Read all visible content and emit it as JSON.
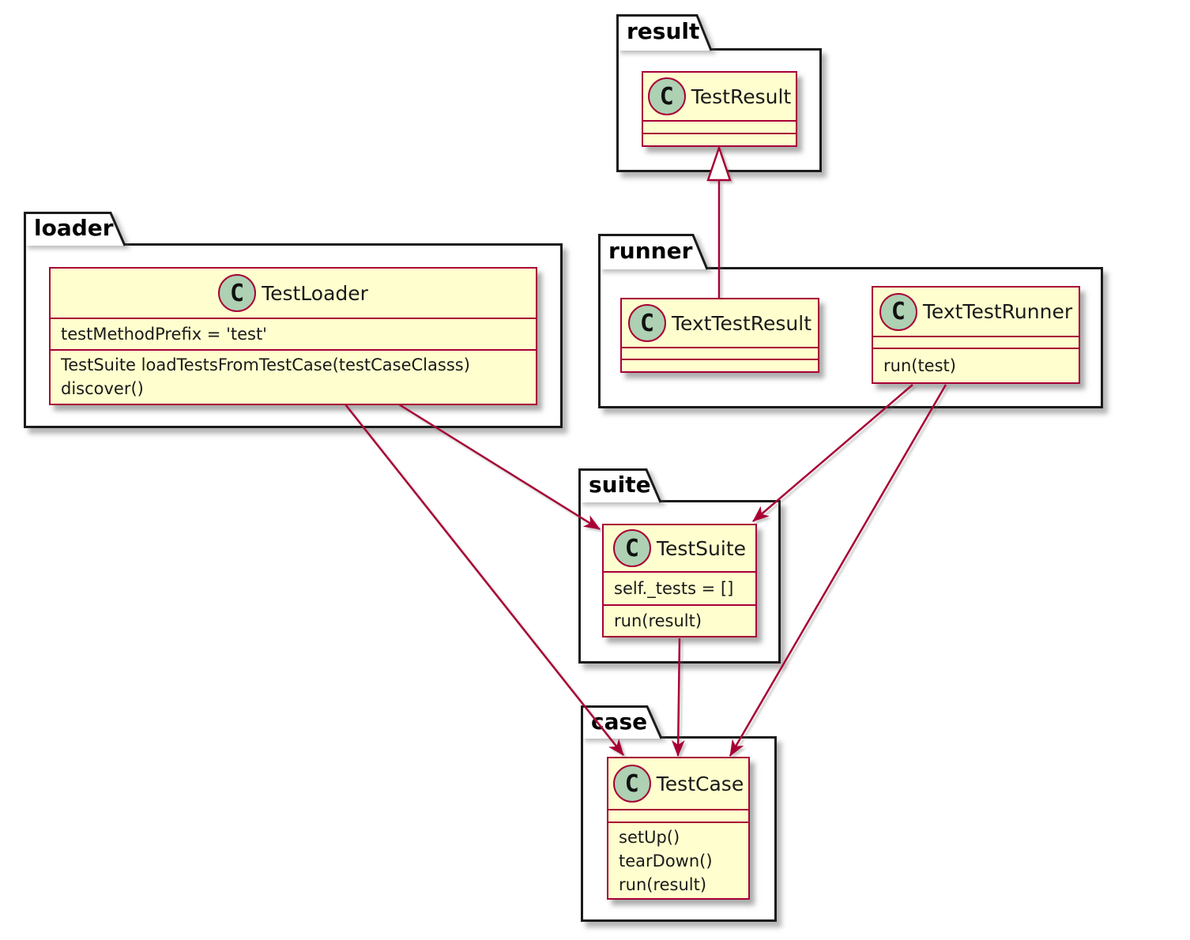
{
  "diagram_type": "uml-class-diagram",
  "circle_letter": "C",
  "colors": {
    "class_fill": "#FEFECE",
    "class_border": "#A80036",
    "circle_fill": "#ADD1B2",
    "package_border": "#1b1b1b",
    "arrow": "#A80036",
    "background": "#ffffff"
  },
  "packages": [
    {
      "name": "result",
      "classes": [
        {
          "name": "TestResult",
          "attributes": [],
          "methods": []
        }
      ]
    },
    {
      "name": "loader",
      "classes": [
        {
          "name": "TestLoader",
          "attributes": [
            "testMethodPrefix = 'test'"
          ],
          "methods": [
            "TestSuite loadTestsFromTestCase(testCaseClasss)",
            "discover()"
          ]
        }
      ]
    },
    {
      "name": "runner",
      "classes": [
        {
          "name": "TextTestResult",
          "attributes": [],
          "methods": []
        },
        {
          "name": "TextTestRunner",
          "attributes": [],
          "methods": [
            "run(test)"
          ]
        }
      ]
    },
    {
      "name": "suite",
      "classes": [
        {
          "name": "TestSuite",
          "attributes": [
            "self._tests = []"
          ],
          "methods": [
            "run(result)"
          ]
        }
      ]
    },
    {
      "name": "case",
      "classes": [
        {
          "name": "TestCase",
          "attributes": [],
          "methods": [
            "setUp()",
            "tearDown()",
            "run(result)"
          ]
        }
      ]
    }
  ],
  "relationships": [
    {
      "from": "runner.TextTestResult",
      "to": "result.TestResult",
      "type": "generalization"
    },
    {
      "from": "loader.TestLoader",
      "to": "suite.TestSuite",
      "type": "directed-arrow"
    },
    {
      "from": "loader.TestLoader",
      "to": "case.TestCase",
      "type": "directed-arrow"
    },
    {
      "from": "runner.TextTestRunner",
      "to": "suite.TestSuite",
      "type": "directed-arrow"
    },
    {
      "from": "runner.TextTestRunner",
      "to": "case.TestCase",
      "type": "directed-arrow"
    },
    {
      "from": "suite.TestSuite",
      "to": "case.TestCase",
      "type": "directed-arrow"
    }
  ]
}
